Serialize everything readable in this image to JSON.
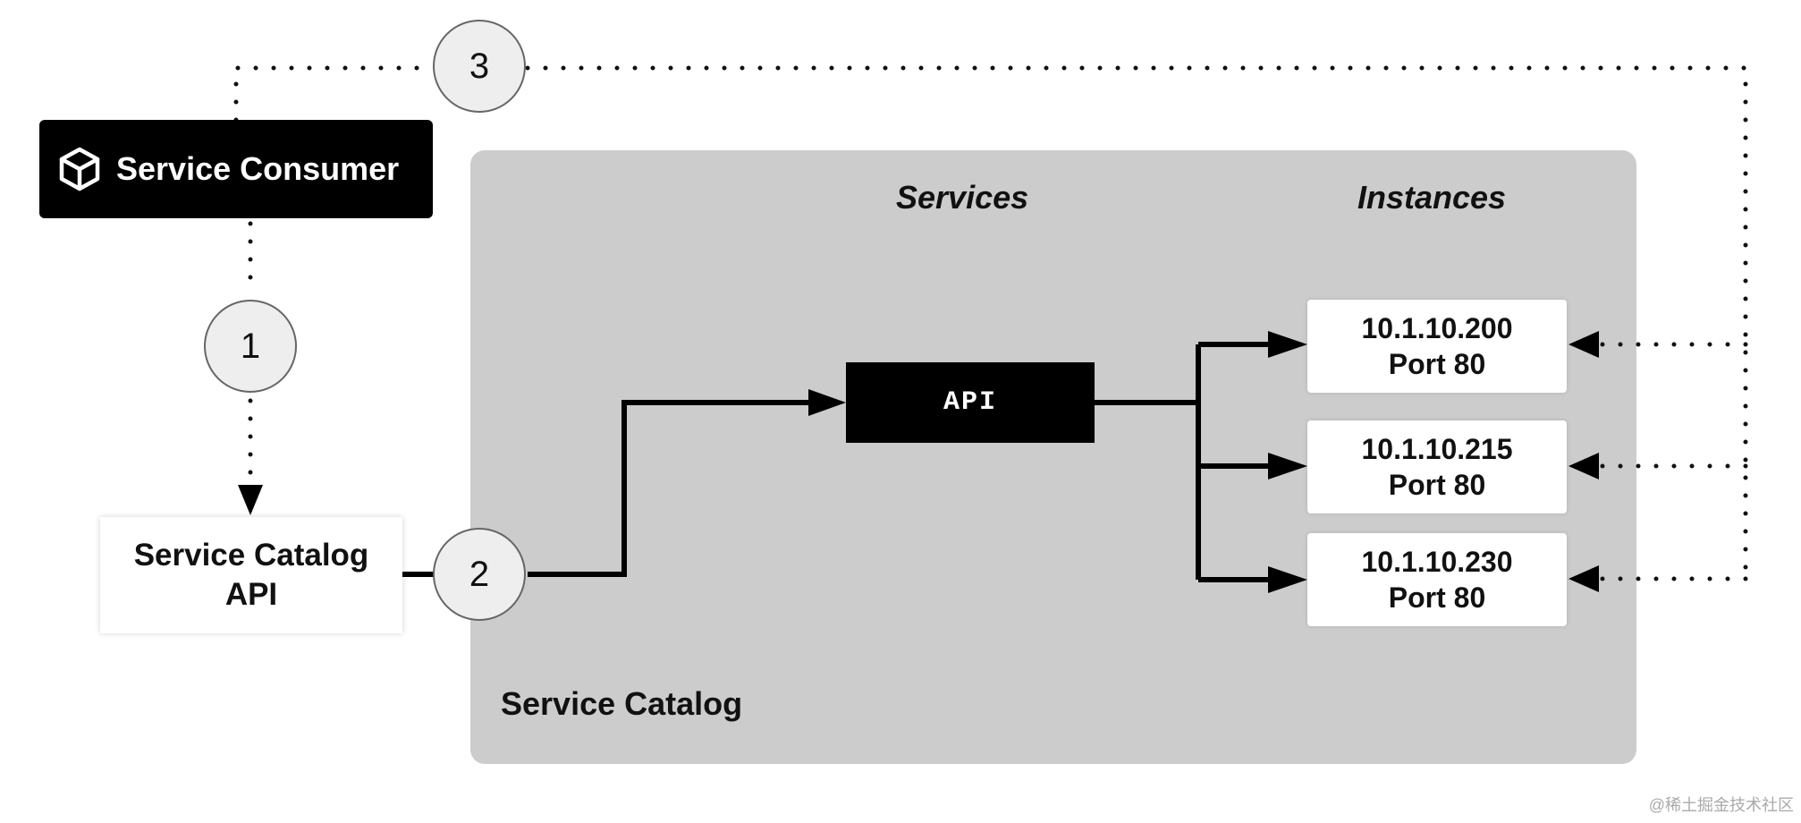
{
  "consumer": {
    "label": "Service Consumer",
    "icon": "cube-icon"
  },
  "catalog_api": {
    "line1": "Service Catalog",
    "line2": "API"
  },
  "catalog_panel": {
    "label": "Service Catalog",
    "services_heading": "Services",
    "instances_heading": "Instances"
  },
  "service": {
    "label": "API"
  },
  "instances": [
    {
      "ip": "10.1.10.200",
      "port": "Port 80"
    },
    {
      "ip": "10.1.10.215",
      "port": "Port 80"
    },
    {
      "ip": "10.1.10.230",
      "port": "Port 80"
    }
  ],
  "steps": [
    "1",
    "2",
    "3"
  ],
  "watermark": "@稀土掘金技术社区"
}
